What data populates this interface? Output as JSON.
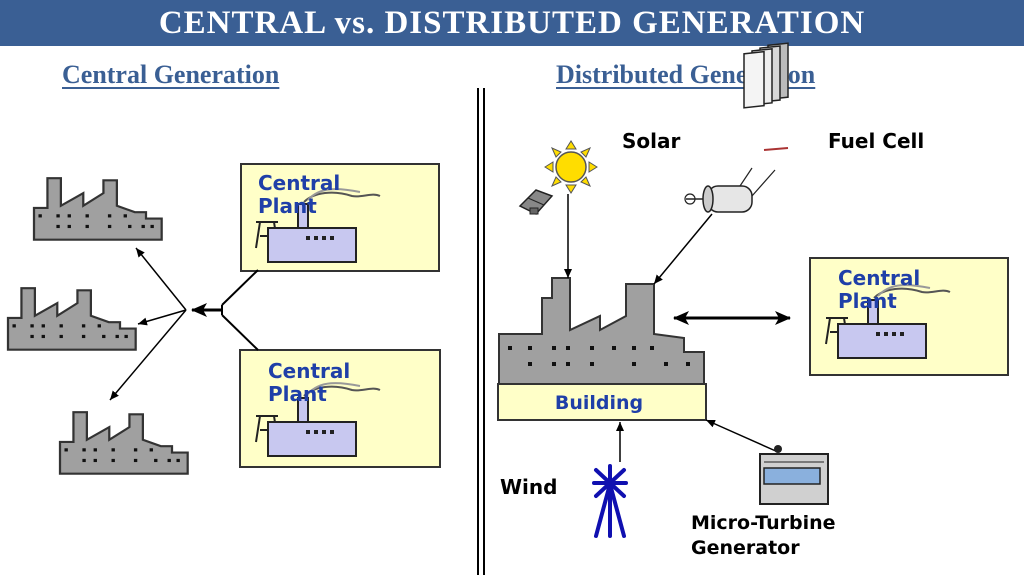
{
  "header": {
    "title": "CENTRAL vs. DISTRIBUTED GENERATION"
  },
  "central": {
    "heading": "Central Generation",
    "plant_top": {
      "line1": "Central",
      "line2": "Plant"
    },
    "plant_bottom": {
      "line1": "Central",
      "line2": "Plant"
    }
  },
  "distributed": {
    "heading": "Distributed Generation",
    "solar_label": "Solar",
    "fuel_cell_label": "Fuel Cell",
    "building_label": "Building",
    "wind_label": "Wind",
    "microturbine_line1": "Micro-Turbine",
    "microturbine_line2": "Generator",
    "plant": {
      "line1": "Central",
      "line2": "Plant"
    }
  },
  "colors": {
    "banner": "#3a5f94",
    "heading": "#3a5f94",
    "plant_box": "#ffffc8",
    "plant_text": "#1f3fa8",
    "factory": "#a0a0a0",
    "plant_building": "#c8c8f0",
    "sun": "#ffdd00",
    "wind": "#1010b0"
  },
  "icons": [
    "factory-icon",
    "power-plant-icon",
    "sun-icon",
    "solar-panel-icon",
    "fuel-cell-icon",
    "wind-turbine-icon",
    "microturbine-icon"
  ]
}
